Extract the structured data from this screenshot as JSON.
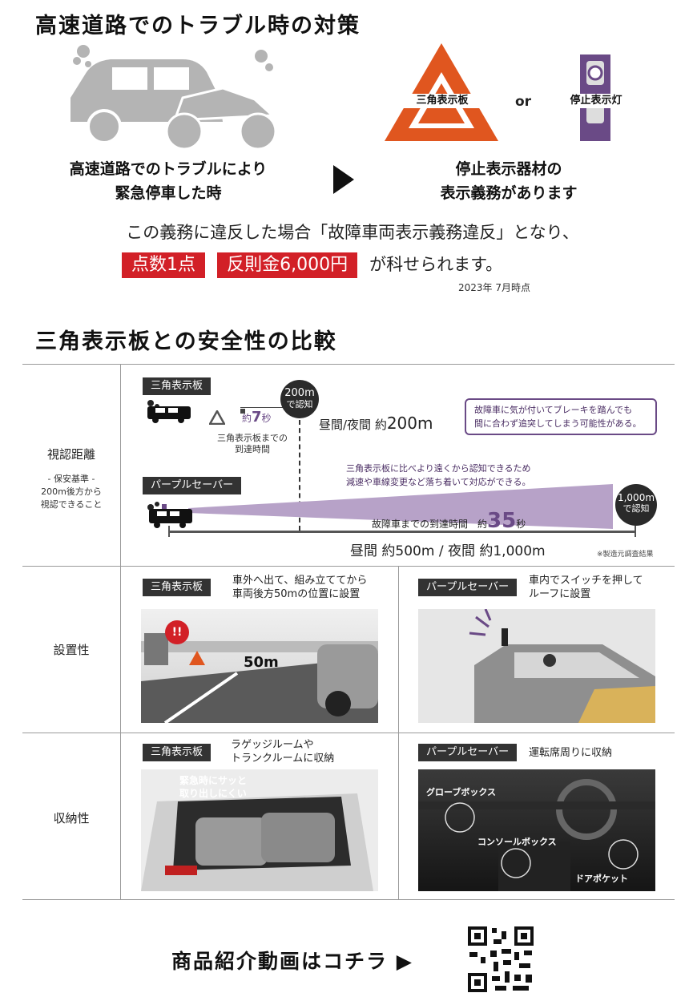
{
  "section1": {
    "title": "高速道路でのトラブル時の対策",
    "left_text_1": "高速道路でのトラブルにより",
    "left_text_2": "緊急停車した時",
    "triangle_label": "三角表示板",
    "or_label": "or",
    "lamp_label": "停止表示灯",
    "right_text_1": "停止表示器材の",
    "right_text_2": "表示義務があります",
    "penalty_line": "この義務に違反した場合「故障車両表示義務違反」となり、",
    "badge_points": "点数1点",
    "badge_fine": "反則金6,000円",
    "penalty_suffix": "が科せられます。",
    "date_note": "2023年 7月時点"
  },
  "section2": {
    "title": "三角表示板との安全性の比較",
    "row1": {
      "label": "視認距離",
      "sub1": "- 保安基準 -",
      "sub2": "200m後方から",
      "sub3": "視認できること",
      "triangle_tag": "三角表示板",
      "circle200_a": "200m",
      "circle200_b": "で認知",
      "time7_prefix": "約",
      "time7_num": "7",
      "time7_suffix": "秒",
      "tri_reach_1": "三角表示板までの",
      "tri_reach_2": "到達時間",
      "dist200_prefix": "昼間/夜間 約",
      "dist200_value": "200m",
      "bubble1_a": "故障車に気が付いてブレーキを踏んでも",
      "bubble1_b": "間に合わず追突してしまう可能性がある。",
      "purple_tag": "パープルセーバー",
      "bubble2_a": "三角表示板に比べより遠くから認知できるため",
      "bubble2_b": "減速や車線変更など落ち着いて対応ができる。",
      "circle1000_a": "1,000m",
      "circle1000_b": "で認知",
      "reach35_prefix": "故障車までの到達時間　約",
      "reach35_num": "35",
      "reach35_suffix": "秒",
      "dist1000": "昼間 約500m / 夜間 約1,000m",
      "maker_note": "※製造元調査結果"
    },
    "row2": {
      "label": "設置性",
      "left_tag": "三角表示板",
      "left_desc_1": "車外へ出て、組み立ててから",
      "left_desc_2": "車両後方50mの位置に設置",
      "alert": "!!",
      "distance": "50m",
      "right_tag": "パープルセーバー",
      "right_desc_1": "車内でスイッチを押して",
      "right_desc_2": "ルーフに設置"
    },
    "row3": {
      "label": "収納性",
      "left_tag": "三角表示板",
      "left_desc_1": "ラゲッジルームや",
      "left_desc_2": "トランクルームに収納",
      "left_photo_1": "緊急時にサッと",
      "left_photo_2": "取り出しにくい",
      "right_tag": "パープルセーバー",
      "right_desc": "運転席周りに収納",
      "glove_box": "グローブボックス",
      "console_box": "コンソールボックス",
      "door_pocket": "ドアポケット"
    }
  },
  "footer": {
    "video_text": "商品紹介動画はコチラ ▶"
  },
  "colors": {
    "red": "#d22027",
    "purple": "#6a4a86",
    "orange": "#e0561f",
    "dark": "#2a2a2a"
  }
}
